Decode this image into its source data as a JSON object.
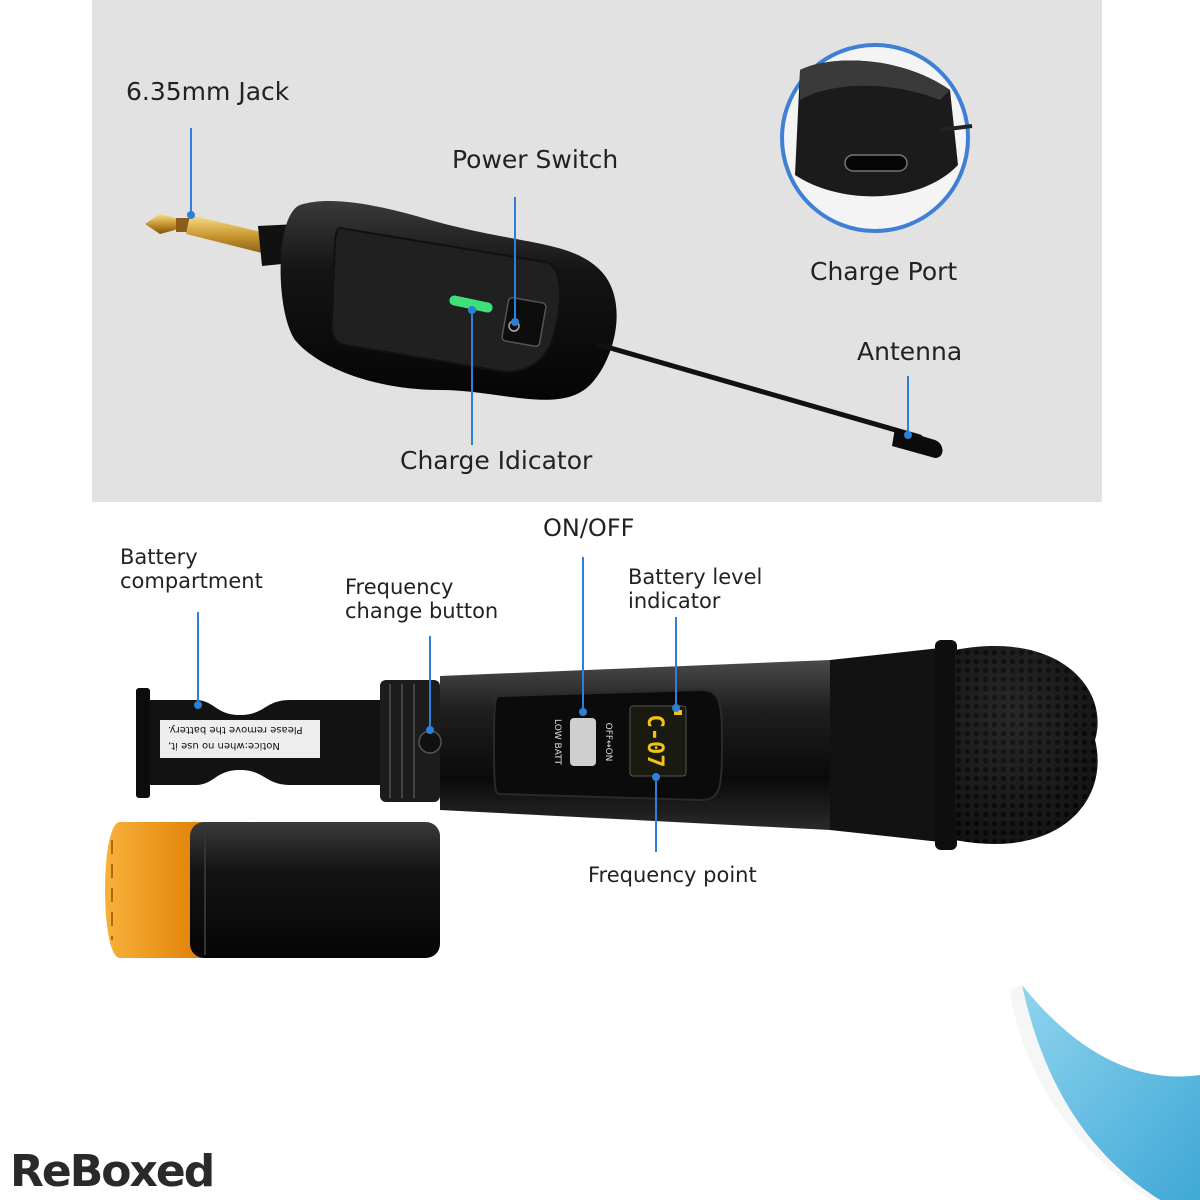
{
  "labels": {
    "jack": "6.35mm Jack",
    "power_switch": "Power Switch",
    "charge_port": "Charge Port",
    "antenna": "Antenna",
    "charge_indicator": "Charge Idicator",
    "on_off": "ON/OFF",
    "battery_compartment": "Battery\ncompartment",
    "frequency_change_button": "Frequency\nchange button",
    "battery_level_indicator": "Battery level\nindicator",
    "frequency_point": "Frequency point"
  },
  "device_text": {
    "notice_line1": "Notice:when no use it,",
    "notice_line2": "Please remove the battery.",
    "switch_off_on": "OFF↔ON",
    "low_batt": "LOW BATT",
    "lcd_value": "C-07"
  },
  "brand": {
    "logo": "ReBoxed"
  },
  "colors": {
    "pointer_line": "#2e7fd6",
    "top_panel_bg": "#e2e2e2",
    "indicator_green": "#3ee07a",
    "battery_cap_orange": "#f39a12",
    "corner_blue": "#6cc3e3"
  }
}
